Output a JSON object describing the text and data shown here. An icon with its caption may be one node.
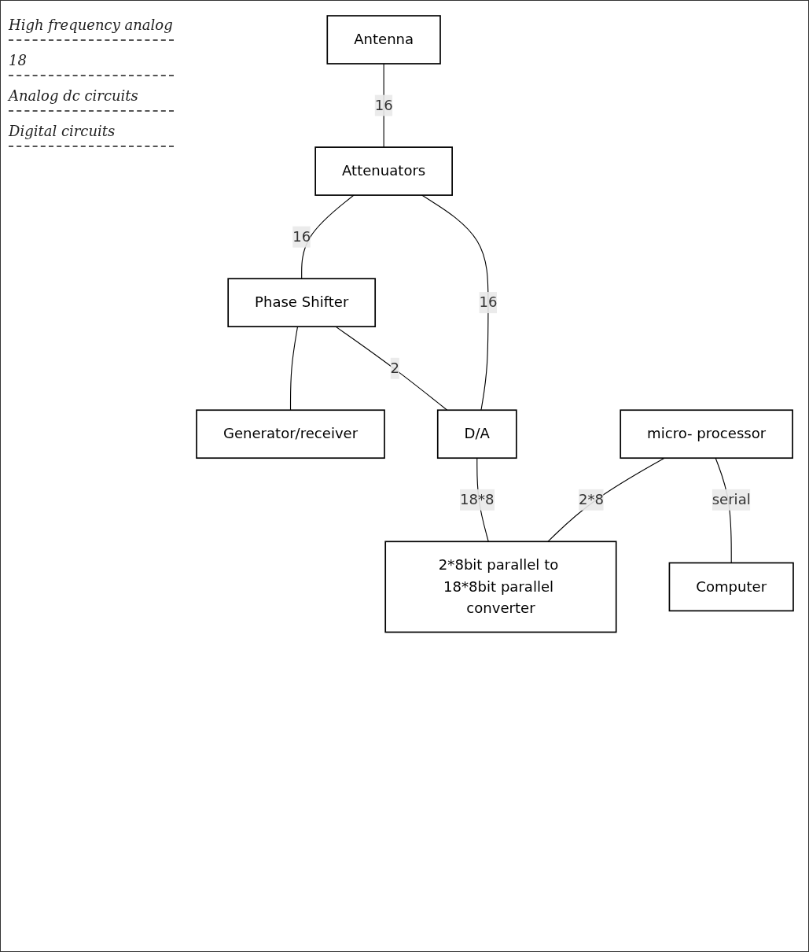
{
  "diagram": {
    "nodes": [
      {
        "text": [
          "Antenna"
        ]
      },
      {
        "text": [
          "Attenuators"
        ]
      },
      {
        "text": [
          "Phase Shifter"
        ]
      },
      {
        "text": [
          "Generator/receiver"
        ]
      },
      {
        "text": [
          "D/A"
        ]
      },
      {
        "text": [
          "2*8bit parallel to 18*8bit parallel converter"
        ]
      },
      {
        "text": [
          "micro- processor"
        ]
      },
      {
        "text": [
          "Computer"
        ]
      }
    ],
    "edges": [
      {
        "from": 0,
        "to": 1,
        "arrow": "none",
        "label": "16"
      },
      {
        "from": 1,
        "to": 2,
        "arrow": "none",
        "label": "16"
      },
      {
        "from": 2,
        "to": 3,
        "arrow": "none"
      },
      {
        "from": 1,
        "to": 4,
        "arrow": "none",
        "label": "16"
      },
      {
        "from": 2,
        "to": 4,
        "arrow": "none",
        "label": "2"
      },
      {
        "from": 4,
        "to": 5,
        "arrow": "none",
        "label": "18*8"
      },
      {
        "from": 6,
        "to": 5,
        "arrow": "none",
        "label": "2*8"
      },
      {
        "from": 6,
        "to": 7,
        "arrow": "none",
        "label": "serial"
      }
    ],
    "labels": [
      "High frequency analog",
      "18",
      "Analog dc circuits",
      "Digital circuits"
    ]
  }
}
